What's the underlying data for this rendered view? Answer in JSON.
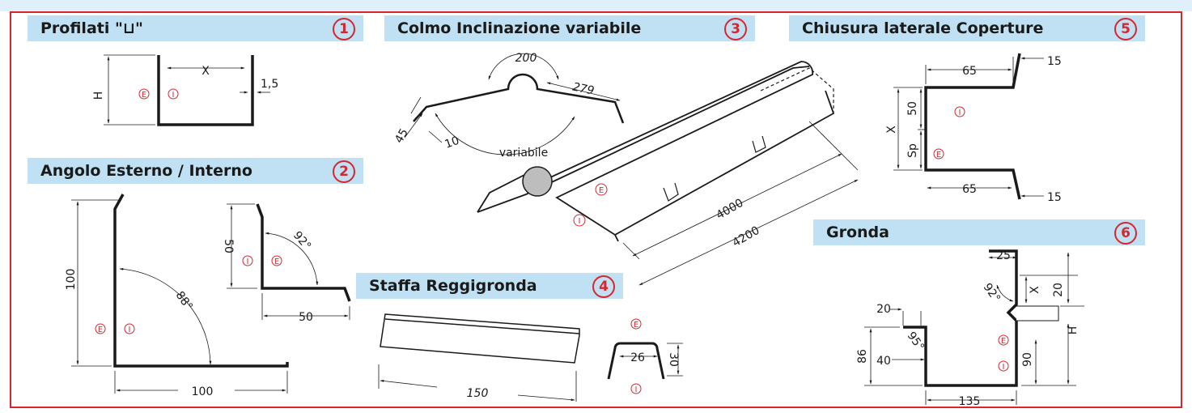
{
  "sections": [
    {
      "title": "Profilati \"⊔\"",
      "number": "1"
    },
    {
      "title": "Angolo Esterno / Interno",
      "number": "2"
    },
    {
      "title": "Colmo Inclinazione variabile",
      "number": "3"
    },
    {
      "title": "Staffa Reggigronda",
      "number": "4"
    },
    {
      "title": "Chiusura laterale Coperture",
      "number": "5"
    },
    {
      "title": "Gronda",
      "number": "6"
    }
  ],
  "markers": {
    "external": "E",
    "internal": "I"
  },
  "dims": {
    "s1": {
      "h": "H",
      "x": "X",
      "t": "1,5"
    },
    "s2": {
      "a": "100",
      "b": "100",
      "ang1": "88°",
      "c": "50",
      "d": "50",
      "ang2": "92°"
    },
    "s3": {
      "top": "200",
      "right": "279",
      "side": "45",
      "lip": "10",
      "angle": "variabile",
      "len1": "4000",
      "len2": "4200"
    },
    "s4": {
      "len": "150",
      "w": "26",
      "h": "30"
    },
    "s5": {
      "top": "65",
      "topLip": "15",
      "a": "50",
      "x": "X",
      "sp": "Sp",
      "bot": "65",
      "botLip": "15"
    },
    "s6": {
      "top": "25",
      "ang1": "92°",
      "x": "X",
      "h": "20",
      "H": "H",
      "l": "20",
      "ang2": "95°",
      "a": "86",
      "b": "40",
      "c": "90",
      "w": "135"
    }
  },
  "colors": {
    "frame": "#d7262e",
    "header": "#bfe1f3",
    "band": "#dff0fa",
    "marker": "#d7262e"
  }
}
